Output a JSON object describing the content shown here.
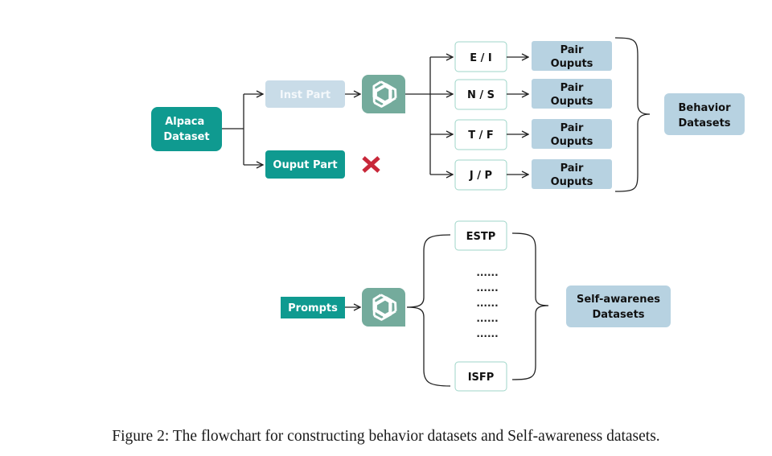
{
  "colors": {
    "teal": "#0f9a90",
    "light_blue": "#b7d2e1",
    "pale_blue": "#c9dce8",
    "pale_text": "#f4f8fb",
    "node_border": "#9fd6c9",
    "arrow": "#222222",
    "cross": "#c8283a",
    "gpt": "#74ab9c"
  },
  "icons": {
    "llm": "openai-logo-icon",
    "discard": "red-cross-icon"
  },
  "top": {
    "source": "Alpaca Dataset",
    "inst_part": "Inst Part",
    "output_part": "Ouput Part",
    "dimensions": [
      "E / I",
      "N / S",
      "T / F",
      "J / P"
    ],
    "pair_label": "Pair Ouputs",
    "result": "Behavior Datasets"
  },
  "bottom": {
    "source": "Prompts",
    "types_first": "ESTP",
    "types_last": "ISFP",
    "ellipsis": "......",
    "result": "Self-awarenes Datasets"
  },
  "caption": "Figure 2: The flowchart for constructing behavior datasets and Self-awareness datasets."
}
